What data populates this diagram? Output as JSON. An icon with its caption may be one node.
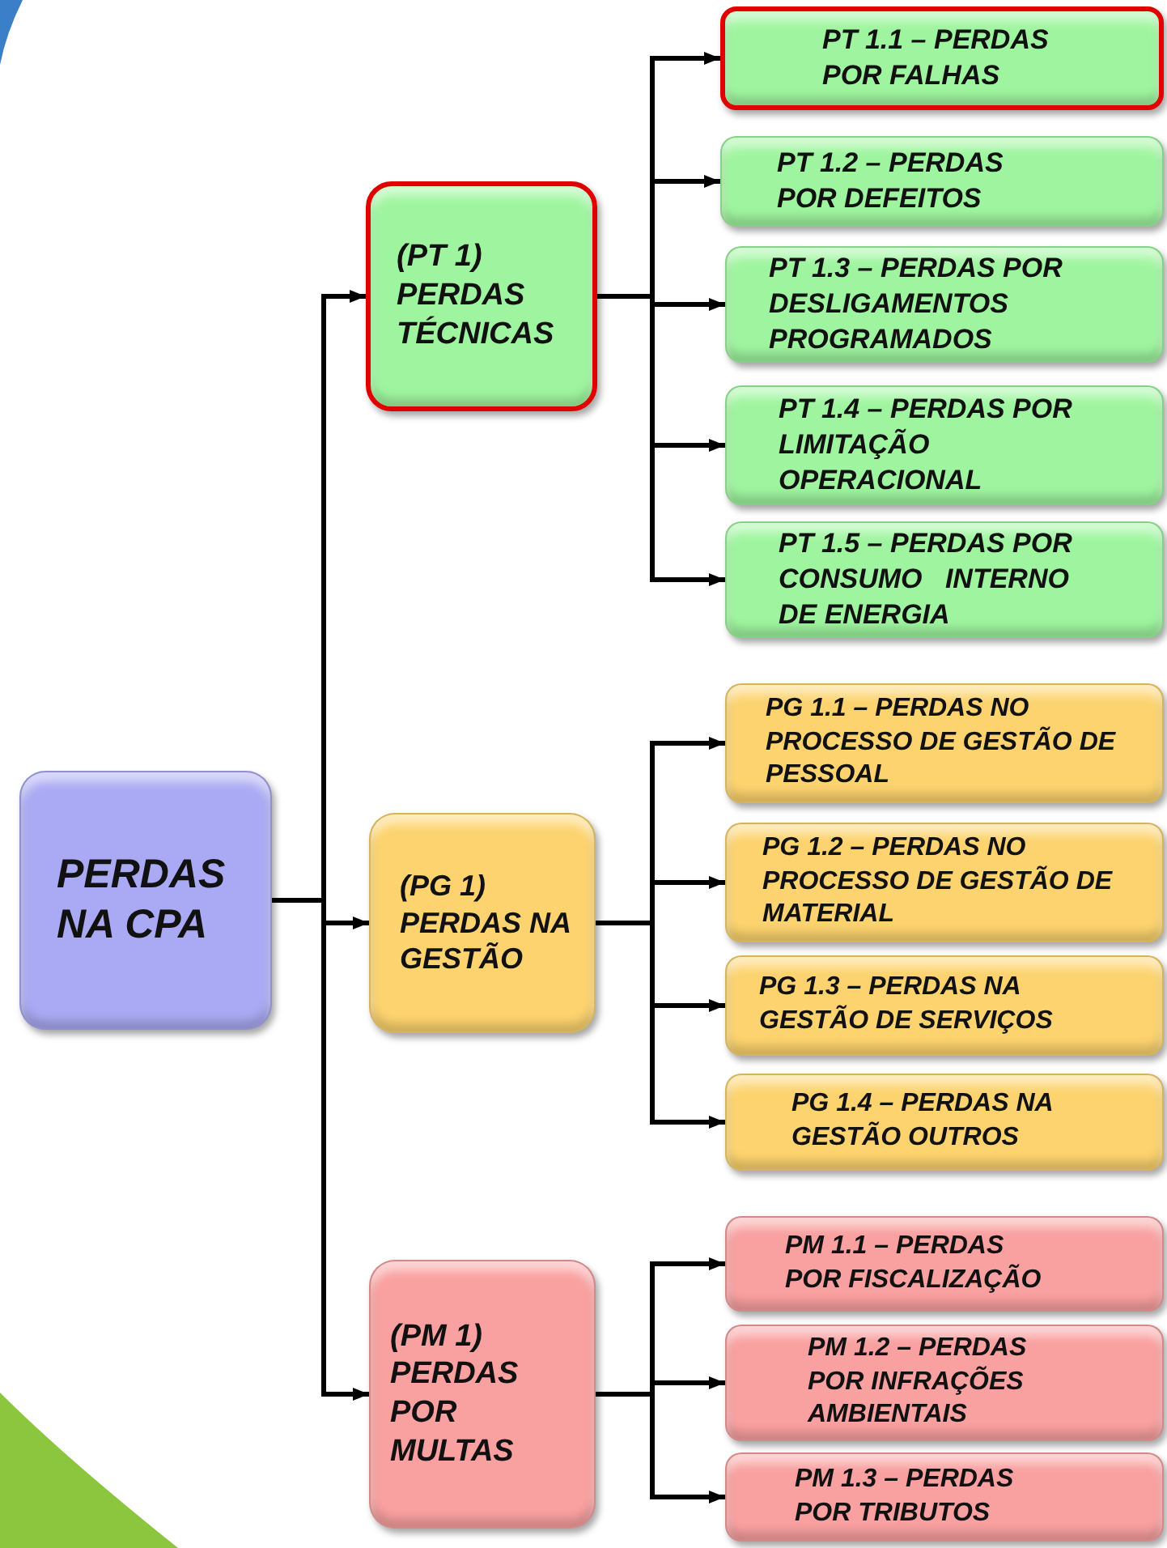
{
  "diagram": {
    "nodes": [
      {
        "text": [
          "PERDAS NA CPA"
        ]
      },
      {
        "text": [
          "(PT 1) PERDAS TÉCNICAS"
        ]
      },
      {
        "text": [
          "(PG 1) PERDAS NA GESTÃO"
        ]
      },
      {
        "text": [
          "(PM 1) PERDAS POR MULTAS"
        ]
      },
      {
        "text": [
          "PT 1.1 – PERDAS POR FALHAS"
        ]
      },
      {
        "text": [
          "PT 1.2 – PERDAS POR DEFEITOS"
        ]
      },
      {
        "text": [
          "PT 1.3 – PERDAS POR DESLIGAMENTOS PROGRAMADOS"
        ]
      },
      {
        "text": [
          "PT 1.4 – PERDAS POR LIMITAÇÃO OPERACIONAL"
        ]
      },
      {
        "text": [
          "PT 1.5 – PERDAS POR CONSUMO   INTERNO DE ENERGIA"
        ]
      },
      {
        "text": [
          "PG 1.1 – PERDAS NO PROCESSO DE GESTÃO DE PESSOAL"
        ]
      },
      {
        "text": [
          "PG 1.2 – PERDAS NO PROCESSO DE GESTÃO DE MATERIAL"
        ]
      },
      {
        "text": [
          "PG 1.3 – PERDAS NA GESTÃO DE SERVIÇOS"
        ]
      },
      {
        "text": [
          "PG 1.4 – PERDAS NA GESTÃO OUTROS"
        ]
      },
      {
        "text": [
          "PM 1.1 – PERDAS POR FISCALIZAÇÃO"
        ]
      },
      {
        "text": [
          "PM 1.2 – PERDAS POR INFRAÇÕES AMBIENTAIS"
        ]
      },
      {
        "text": [
          "PM 1.3 – PERDAS POR TRIBUTOS"
        ]
      }
    ],
    "edges": [
      {
        "from": 0,
        "to": 1,
        "arrow": "to"
      },
      {
        "from": 0,
        "to": 2,
        "arrow": "to"
      },
      {
        "from": 0,
        "to": 3,
        "arrow": "to"
      },
      {
        "from": 1,
        "to": 4,
        "arrow": "to"
      },
      {
        "from": 1,
        "to": 5,
        "arrow": "to"
      },
      {
        "from": 1,
        "to": 6,
        "arrow": "to"
      },
      {
        "from": 1,
        "to": 7,
        "arrow": "to"
      },
      {
        "from": 1,
        "to": 8,
        "arrow": "to"
      },
      {
        "from": 2,
        "to": 9,
        "arrow": "to"
      },
      {
        "from": 2,
        "to": 10,
        "arrow": "to"
      },
      {
        "from": 2,
        "to": 11,
        "arrow": "to"
      },
      {
        "from": 2,
        "to": 12,
        "arrow": "to"
      },
      {
        "from": 3,
        "to": 13,
        "arrow": "to"
      },
      {
        "from": 3,
        "to": 14,
        "arrow": "to"
      },
      {
        "from": 3,
        "to": 15,
        "arrow": "to"
      }
    ]
  }
}
